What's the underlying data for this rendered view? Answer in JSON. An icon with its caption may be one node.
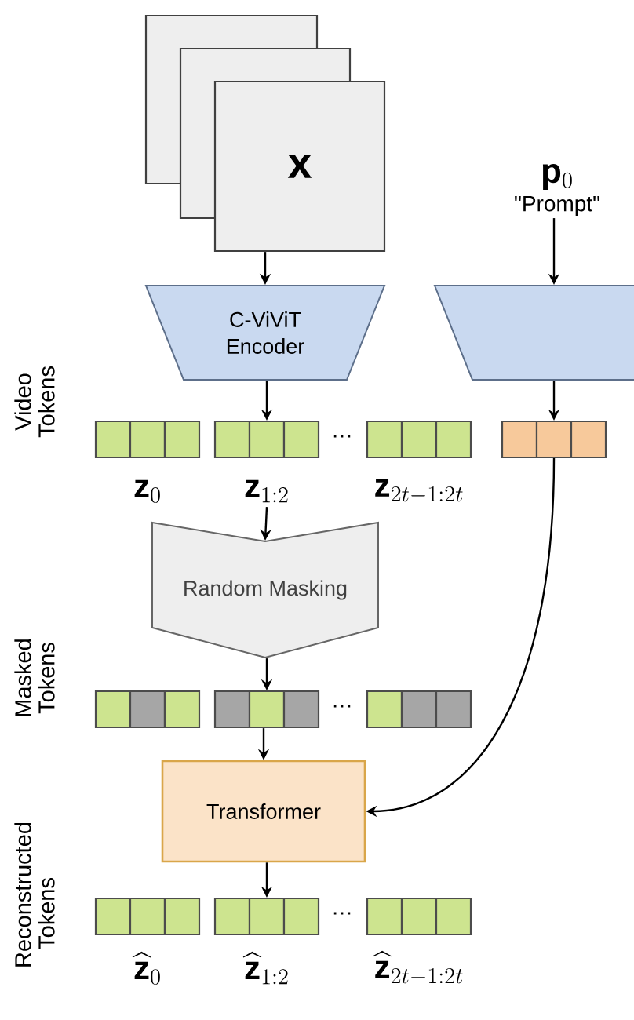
{
  "diagram": {
    "nodes": [
      {
        "text": [
          "\\mathbf{x}"
        ]
      },
      {
        "text": [
          "\\mathbf{p}_0",
          "\"Prompt\""
        ]
      },
      {
        "text": [
          "C-ViViT Encoder"
        ]
      },
      {
        "text": [],
        "shape": "trapezoid"
      },
      {
        "text": [],
        "shape": "bar",
        "beside": [
          "\\mathbf{z}_0"
        ]
      },
      {
        "text": [],
        "shape": "bar",
        "beside": [
          "\\mathbf{z}_{1:2}"
        ]
      },
      {
        "text": [],
        "shape": "bar",
        "beside": [
          "\\mathbf{z}_{2t-1:2t}"
        ]
      },
      {
        "text": [],
        "shape": "bar"
      },
      {
        "text": [
          "Random Masking"
        ]
      },
      {
        "text": [],
        "shape": "bar"
      },
      {
        "text": [],
        "shape": "bar"
      },
      {
        "text": [],
        "shape": "bar"
      },
      {
        "text": [
          "Transformer"
        ]
      },
      {
        "text": [],
        "shape": "bar",
        "beside": [
          "\\widehat{\\mathbf{z}}_0"
        ]
      },
      {
        "text": [],
        "shape": "bar",
        "beside": [
          "\\widehat{\\mathbf{z}}_{1:2}"
        ]
      },
      {
        "text": [],
        "shape": "bar",
        "beside": [
          "\\widehat{\\mathbf{z}}_{2t-1:2t}"
        ]
      }
    ],
    "edges": [
      {
        "from": 0,
        "to": 2,
        "arrow": "to"
      },
      {
        "from": 1,
        "to": 3,
        "arrow": "to"
      },
      {
        "from": 2,
        "to": 5,
        "arrow": "to"
      },
      {
        "from": 3,
        "to": 7,
        "arrow": "to"
      },
      {
        "from": 5,
        "to": 8,
        "arrow": "to"
      },
      {
        "from": 8,
        "to": 10,
        "arrow": "to"
      },
      {
        "from": 10,
        "to": 12,
        "arrow": "to"
      },
      {
        "from": 7,
        "to": 12,
        "arrow": "to"
      },
      {
        "from": 12,
        "to": 14,
        "arrow": "to"
      }
    ],
    "labels": [
      "Video Tokens",
      "…",
      "Masked Tokens",
      "…",
      "Reconstructed Tokens",
      "…"
    ]
  }
}
